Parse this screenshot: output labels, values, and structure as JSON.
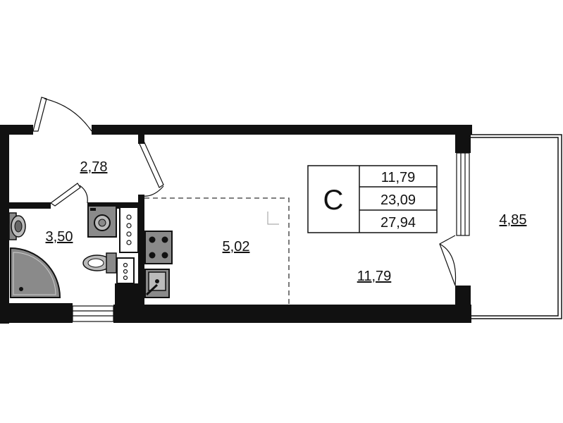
{
  "rooms": {
    "hallway": "2,78",
    "bathroom": "3,50",
    "kitchen": "5,02",
    "living": "11,79",
    "balcony": "4,85"
  },
  "legend": {
    "type_letter": "С",
    "living_area": "11,79",
    "total_area": "23,09",
    "total_with_balcony": "27,94"
  },
  "colors": {
    "wall": "#111111",
    "fixture_fill": "#8a8a8a",
    "background": "#ffffff"
  }
}
